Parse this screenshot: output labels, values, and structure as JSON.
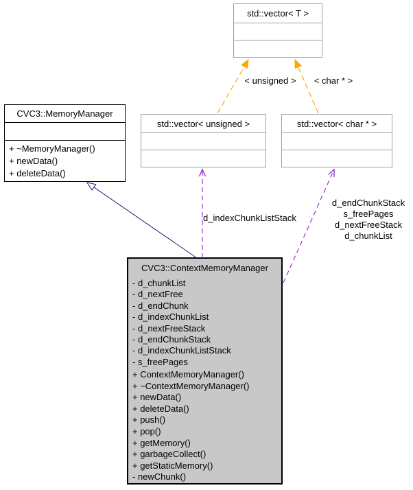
{
  "diagram": {
    "classes": {
      "vector_t": {
        "title": "std::vector< T >"
      },
      "memory_manager": {
        "title": "CVC3::MemoryManager",
        "methods": [
          "+ ~MemoryManager()",
          "+ newData()",
          "+ deleteData()"
        ]
      },
      "vector_unsigned": {
        "title": "std::vector< unsigned >"
      },
      "vector_charp": {
        "title": "std::vector< char * >"
      },
      "context_memory_manager": {
        "title": "CVC3::ContextMemoryManager",
        "attributes": [
          "- d_chunkList",
          "- d_nextFree",
          "- d_endChunk",
          "- d_indexChunkList",
          "- d_nextFreeStack",
          "- d_endChunkStack",
          "- d_indexChunkListStack",
          "- s_freePages"
        ],
        "methods": [
          "+ ContextMemoryManager()",
          "+ ~ContextMemoryManager()",
          "+ newData()",
          "+ deleteData()",
          "+ push()",
          "+ pop()",
          "+ getMemory()",
          "+ garbageCollect()",
          "+ getStaticMemory()",
          "- newChunk()"
        ]
      }
    },
    "edge_labels": {
      "template_unsigned": "< unsigned >",
      "template_charp": "< char * >",
      "usage_index": "d_indexChunkListStack",
      "usage_charp_lines": [
        "d_endChunkStack",
        "s_freePages",
        "d_nextFreeStack",
        "d_chunkList"
      ]
    },
    "colors": {
      "template_edge": "#ffa500",
      "usage_edge": "#9a32cd",
      "inheritance_edge": "#191970",
      "highlight_fill": "#c8c8c8",
      "box_border": "#9e9e9e"
    }
  }
}
